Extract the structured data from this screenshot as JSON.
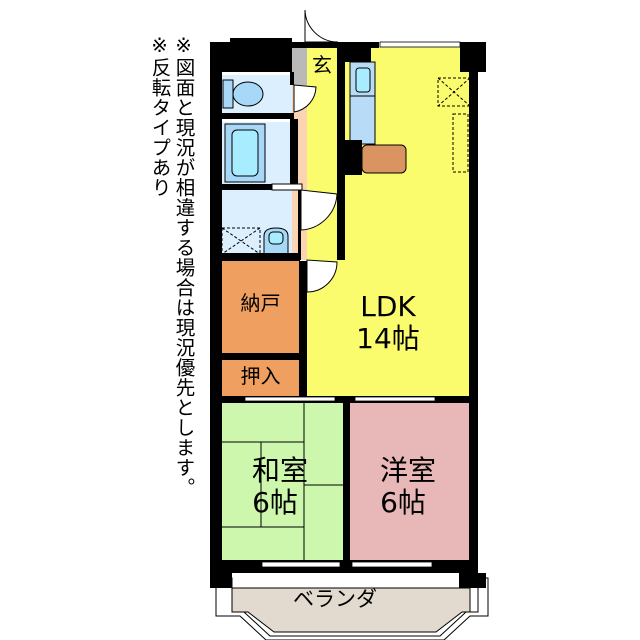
{
  "notes": {
    "line1": "※図面と現況が相違する場合は現況優先とします。",
    "line2": "※反転タイプあり"
  },
  "rooms": {
    "entrance": {
      "label": "玄",
      "color": "#b9b9b9"
    },
    "ldk": {
      "name": "LDK",
      "size": "14帖",
      "color": "#fbfb6e"
    },
    "storage": {
      "label": "納戸",
      "color": "#ef9f5f"
    },
    "closet": {
      "label": "押入",
      "color": "#ef9f5f"
    },
    "japanese_room": {
      "name": "和室",
      "size": "6帖",
      "color": "#ccf7ac"
    },
    "western_room": {
      "name": "洋室",
      "size": "6帖",
      "color": "#e8b8b8"
    },
    "balcony": {
      "label": "ベランダ",
      "color": "#e2d9cf"
    },
    "hallway": {
      "color": "#fbd4b4"
    },
    "wet_area": {
      "color": "#dcefff"
    }
  },
  "colors": {
    "wall": "#000000",
    "fixture_blue": "#a8d8f8",
    "fixture_light": "#a8ecff",
    "kitchen_counter": "#b8dcf8",
    "table": "#d99462"
  }
}
